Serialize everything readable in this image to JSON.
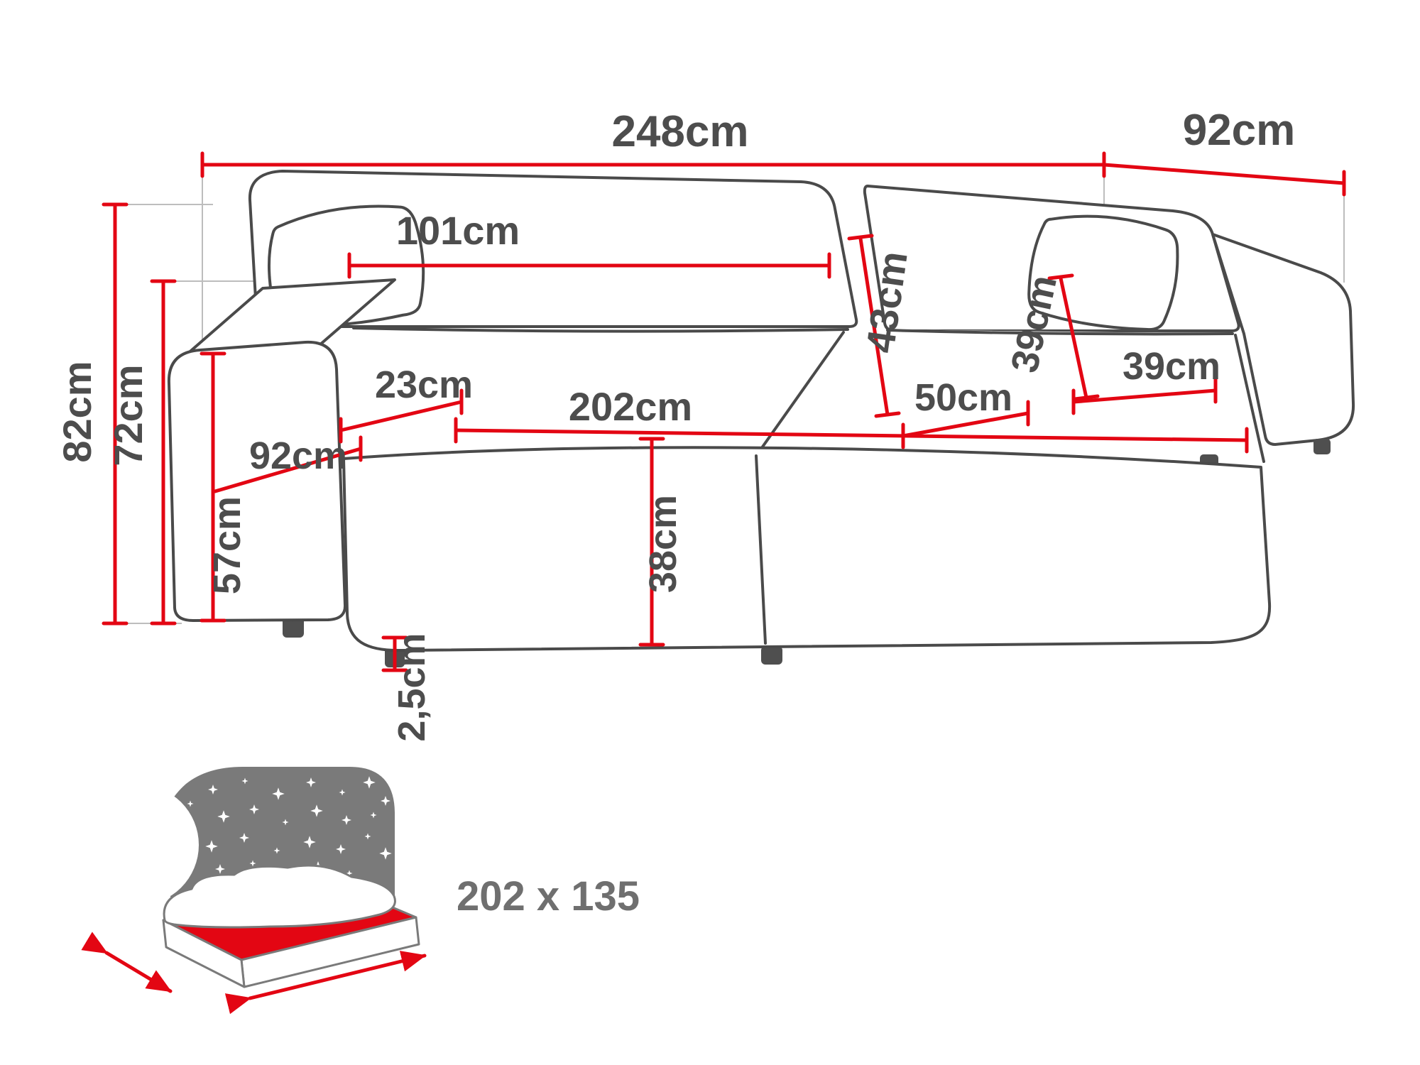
{
  "diagram": {
    "type": "furniture-dimension-drawing",
    "product": "sofa",
    "colors": {
      "accent_red": "#e30613",
      "outline_gray": "#4a4a4a",
      "label_gray": "#4d4d4d",
      "icon_gray": "#7a7a7a"
    },
    "labels": {
      "total_width": "248cm",
      "total_depth": "92cm",
      "total_height": "82cm",
      "backrest_height": "72cm",
      "back_cushion_width": "101cm",
      "back_cushion_height": "43cm",
      "seat_depth": "50cm",
      "pillow_height": "39cm",
      "pillow_width": "39cm",
      "armrest_width": "23cm",
      "armrest_depth": "92cm",
      "armrest_height": "57cm",
      "seat_width": "202cm",
      "seat_height": "38cm",
      "leg_height": "2,5cm"
    },
    "sleeping_area": {
      "label": "202 x 135"
    }
  }
}
